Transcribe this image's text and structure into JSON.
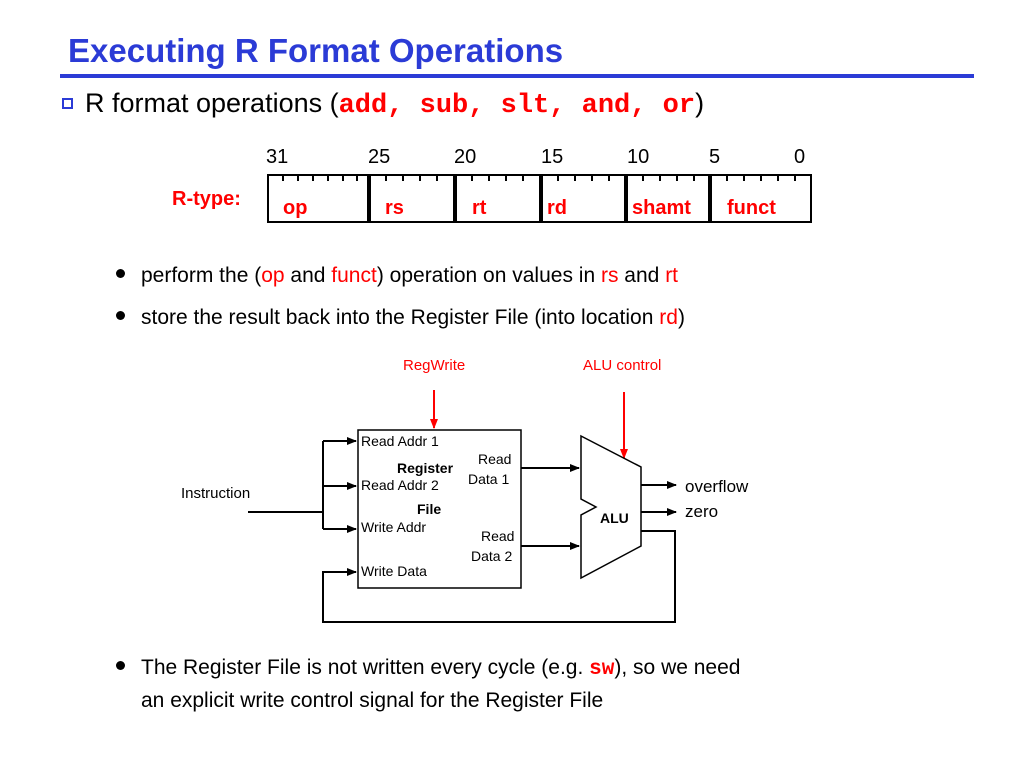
{
  "title": "Executing R Format Operations",
  "heading": {
    "prefix": "R format operations (",
    "ops": "add, sub, slt, and, or",
    "suffix": ")"
  },
  "rtype": {
    "label": "R-type:",
    "bit_positions": [
      "31",
      "25",
      "20",
      "15",
      "10",
      "5",
      "0"
    ],
    "fields": [
      "op",
      "rs",
      "rt",
      "rd",
      "shamt",
      "funct"
    ]
  },
  "bullets": {
    "b1": {
      "t1": "perform the (",
      "op": "op",
      "t2": " and ",
      "funct": "funct",
      "t3": ") operation on values in ",
      "rs": "rs",
      "t4": " and ",
      "rt": "rt"
    },
    "b2": {
      "t1": "store the result back into the Register File (into location ",
      "rd": "rd",
      "t2": ")"
    },
    "b3": {
      "line1_pre": "The Register File is not written every cycle (e.g. ",
      "code": "sw",
      "line1_post": "), so we need",
      "line2": "an explicit write control signal for the Register File"
    }
  },
  "diagram": {
    "regwrite": "RegWrite",
    "alu_control": "ALU control",
    "instruction": "Instruction",
    "register_file": {
      "title1": "Register",
      "title2": "File",
      "read_addr_1": "Read Addr 1",
      "read_addr_2": "Read Addr 2",
      "write_addr": "Write Addr",
      "write_data": "Write Data",
      "read_data_1a": "Read",
      "read_data_1b": "Data 1",
      "read_data_2a": "Read",
      "read_data_2b": "Data 2"
    },
    "alu": "ALU",
    "overflow": "overflow",
    "zero": "zero"
  },
  "colors": {
    "title": "#2b3bd6",
    "accent": "#ff0000"
  }
}
